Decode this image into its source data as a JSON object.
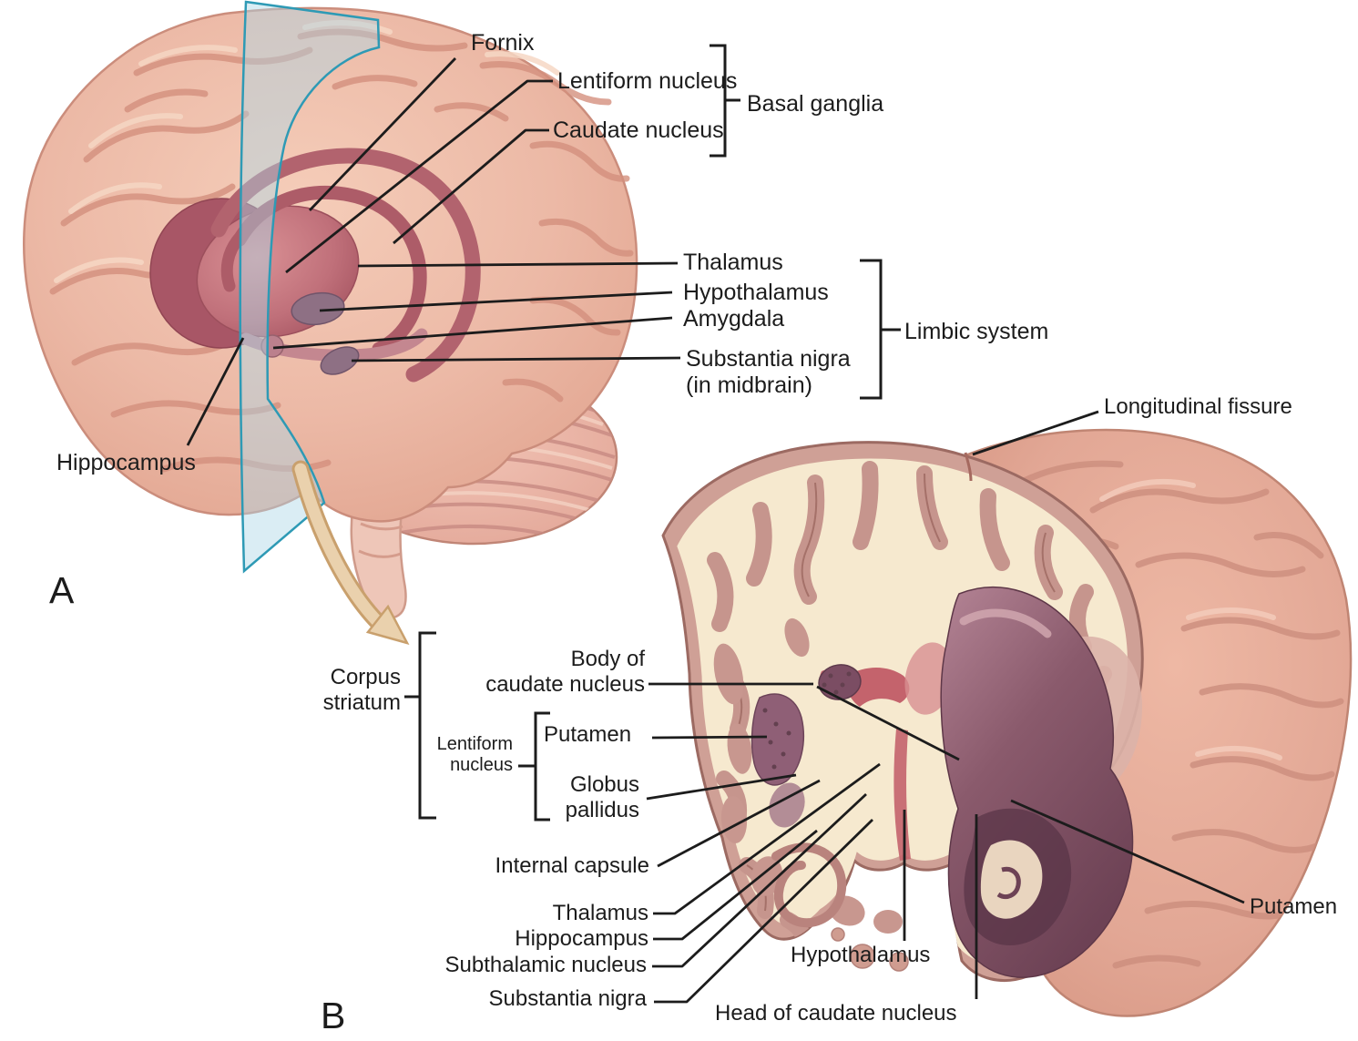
{
  "panelA": {
    "letter": "A",
    "fornix": "Fornix",
    "lentiformNucleus": "Lentiform nucleus",
    "caudateNucleus": "Caudate nucleus",
    "basalGanglia": "Basal ganglia",
    "thalamus": "Thalamus",
    "hypothalamus": "Hypothalamus",
    "amygdala": "Amygdala",
    "substantiaNigra": "Substantia nigra",
    "substantiaNigraSub": "(in midbrain)",
    "limbicSystem": "Limbic system",
    "hippocampus": "Hippocampus"
  },
  "panelB": {
    "letter": "B",
    "longitudinalFissure": "Longitudinal fissure",
    "corpusStriatum1": "Corpus",
    "corpusStriatum2": "striatum",
    "bodyOfCaudate1": "Body of",
    "bodyOfCaudate2": "caudate nucleus",
    "lentiform1": "Lentiform",
    "lentiform2": "nucleus",
    "putamenLeft": "Putamen",
    "globus1": "Globus",
    "globus2": "pallidus",
    "internalCapsule": "Internal capsule",
    "thalamus": "Thalamus",
    "hippocampus": "Hippocampus",
    "subthalamicNucleus": "Subthalamic nucleus",
    "substantiaNigra": "Substantia nigra",
    "hypothalamus": "Hypothalamus",
    "headOfCaudate": "Head of caudate nucleus",
    "putamenRight": "Putamen"
  },
  "colors": {
    "labelText": "#1c1c1c",
    "leaderLine": "#1c1c1c",
    "cortexA": "#ecb9a6",
    "gyriShade": "#d4907e",
    "deepNucleiRing": "#b2636e",
    "grayNuclei": "#8e7084",
    "cutWhiteMatter": "#f6e9cf",
    "cutGrayMatter": "#c6958d",
    "ventricle": "#c4636c",
    "basalMassDark": "#7b4d63",
    "sectionPlane": "#aed6e6",
    "arrowTan": "#ead1ad"
  }
}
